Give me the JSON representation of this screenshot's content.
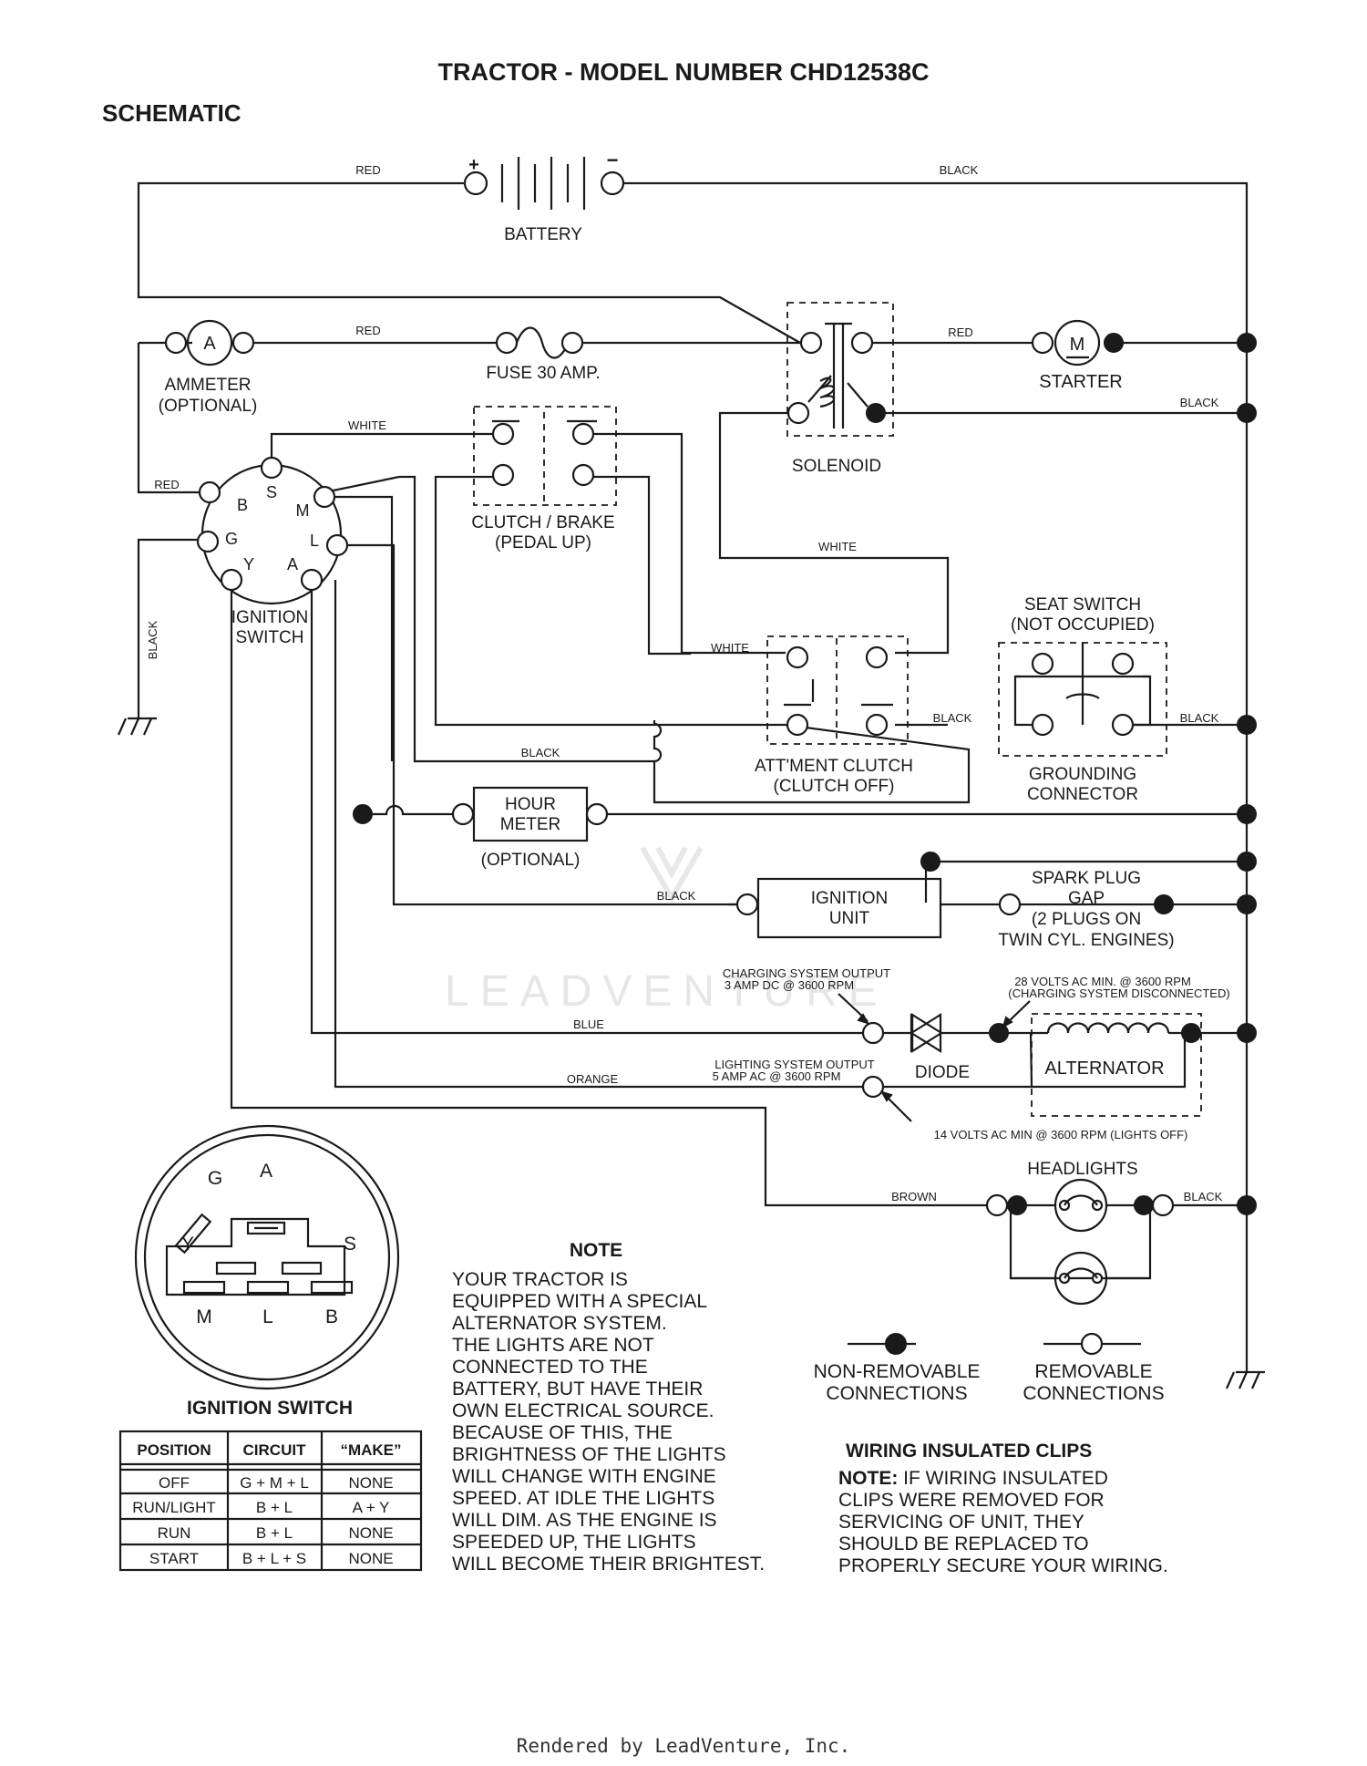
{
  "title": "TRACTOR - MODEL NUMBER CHD12538C",
  "subtitle": "SCHEMATIC",
  "wire_colors": {
    "red": "RED",
    "black": "BLACK",
    "white": "WHITE",
    "blue": "BLUE",
    "orange": "ORANGE",
    "brown": "BROWN"
  },
  "components": {
    "battery": "BATTERY",
    "battery_plus": "+",
    "battery_minus": "−",
    "ammeter_symbol": "A",
    "ammeter_1": "AMMETER",
    "ammeter_2": "(OPTIONAL)",
    "fuse": "FUSE 30 AMP.",
    "starter_symbol": "M",
    "starter": "STARTER",
    "solenoid": "SOLENOID",
    "clutch_brake_1": "CLUTCH / BRAKE",
    "clutch_brake_2": "(PEDAL UP)",
    "seat_switch_1": "SEAT SWITCH",
    "seat_switch_2": "(NOT OCCUPIED)",
    "attment_1": "ATT'MENT CLUTCH",
    "attment_2": "(CLUTCH OFF)",
    "grounding_1": "GROUNDING",
    "grounding_2": "CONNECTOR",
    "ignition_switch_1": "IGNITION",
    "ignition_switch_2": "SWITCH",
    "hour_meter_1": "HOUR",
    "hour_meter_2": "METER",
    "hour_meter_3": "(OPTIONAL)",
    "ignition_unit_1": "IGNITION",
    "ignition_unit_2": "UNIT",
    "spark_1": "SPARK PLUG",
    "spark_2": "GAP",
    "spark_3": "(2 PLUGS ON",
    "spark_4": "TWIN CYL. ENGINES)",
    "charging_1": "CHARGING SYSTEM OUTPUT",
    "charging_2": "3 AMP DC @ 3600 RPM",
    "volts28_1": "28 VOLTS AC MIN. @ 3600 RPM",
    "volts28_2": "(CHARGING SYSTEM DISCONNECTED)",
    "diode": "DIODE",
    "alternator": "ALTERNATOR",
    "lighting_1": "LIGHTING SYSTEM OUTPUT",
    "lighting_2": "5 AMP AC @ 3600 RPM",
    "volts14": "14 VOLTS AC MIN  @ 3600 RPM (LIGHTS OFF)",
    "headlights": "HEADLIGHTS"
  },
  "switch_terminals": {
    "b": "B",
    "s": "S",
    "m": "M",
    "g": "G",
    "l": "L",
    "y": "Y",
    "a": "A"
  },
  "legend": {
    "nonremovable_1": "NON-REMOVABLE",
    "nonremovable_2": "CONNECTIONS",
    "removable_1": "REMOVABLE",
    "removable_2": "CONNECTIONS"
  },
  "note": {
    "heading": "NOTE",
    "lines": [
      "YOUR TRACTOR IS",
      "EQUIPPED WITH A SPECIAL",
      "ALTERNATOR SYSTEM.",
      "THE LIGHTS ARE NOT",
      "CONNECTED TO THE",
      "BATTERY, BUT HAVE THEIR",
      "OWN ELECTRICAL SOURCE.",
      "BECAUSE OF THIS, THE",
      "BRIGHTNESS OF THE LIGHTS",
      "WILL CHANGE WITH ENGINE",
      "SPEED.  AT IDLE THE LIGHTS",
      "WILL DIM.  AS THE ENGINE IS",
      "SPEEDED UP, THE LIGHTS",
      "WILL BECOME THEIR BRIGHTEST."
    ]
  },
  "clips": {
    "heading": "WIRING INSULATED CLIPS",
    "note_label": "NOTE:",
    "line1": " IF WIRING INSULATED",
    "lines": [
      "CLIPS WERE REMOVED FOR",
      "SERVICING OF UNIT, THEY",
      "SHOULD BE REPLACED TO",
      "PROPERLY SECURE YOUR WIRING."
    ]
  },
  "ignition_table": {
    "title": "IGNITION SWITCH",
    "headers": [
      "POSITION",
      "CIRCUIT",
      "“MAKE”"
    ],
    "rows": [
      [
        "OFF",
        "G + M + L",
        "NONE"
      ],
      [
        "RUN/LIGHT",
        "B + L",
        "A + Y"
      ],
      [
        "RUN",
        "B + L",
        "NONE"
      ],
      [
        "START",
        "B + L + S",
        "NONE"
      ]
    ]
  },
  "watermark": "LEADVENTURE",
  "footer": "Rendered by LeadVenture, Inc."
}
